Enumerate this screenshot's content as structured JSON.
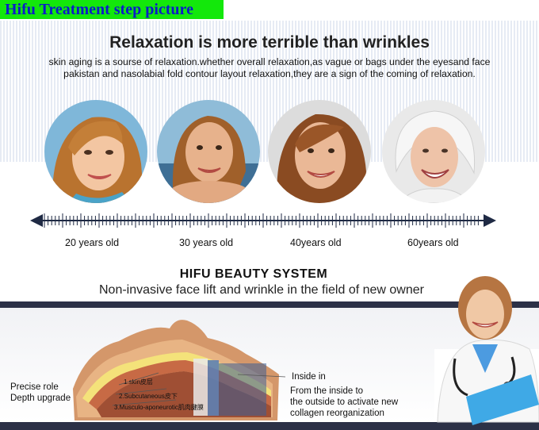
{
  "banner": {
    "title": "Hifu Treatment step picture",
    "text_color": "#0a1cc9",
    "bg_color": "#13e80b"
  },
  "intro": {
    "headline": "Relaxation is more terrible than wrinkles",
    "body_line1": "skin aging is a sourse of relaxation.whether overall relaxation,as vague or bags under the eyesand face",
    "body_line2": "pakistan and nasolabial fold contour layout relaxation,they are a sign of the coming of relaxation."
  },
  "timeline": {
    "ages": [
      {
        "label": "20 years old"
      },
      {
        "label": "30 years old"
      },
      {
        "label": "40years old"
      },
      {
        "label": "60years old"
      }
    ]
  },
  "system": {
    "title": "HIFU BEAUTY SYSTEM",
    "subtitle": "Non-invasive face lift and wrinkle in the field of new owner"
  },
  "diagram": {
    "left_note_line1": "Precise role",
    "left_note_line2": "Depth upgrade",
    "layer1": "1.skin皮层",
    "layer2": "2.Subcutaneous皮下",
    "layer3": "3.Musculo-aponeurotic肌肉腱膜",
    "right_title": "Inside  in",
    "right_line1": "From the inside to",
    "right_line2": "the outside to activate new",
    "right_line3": "collagen reorganization"
  },
  "colors": {
    "stripe": "#e6ebf4",
    "dark_bar": "#2c3147",
    "doctor_tablet": "#3fa9e6"
  }
}
